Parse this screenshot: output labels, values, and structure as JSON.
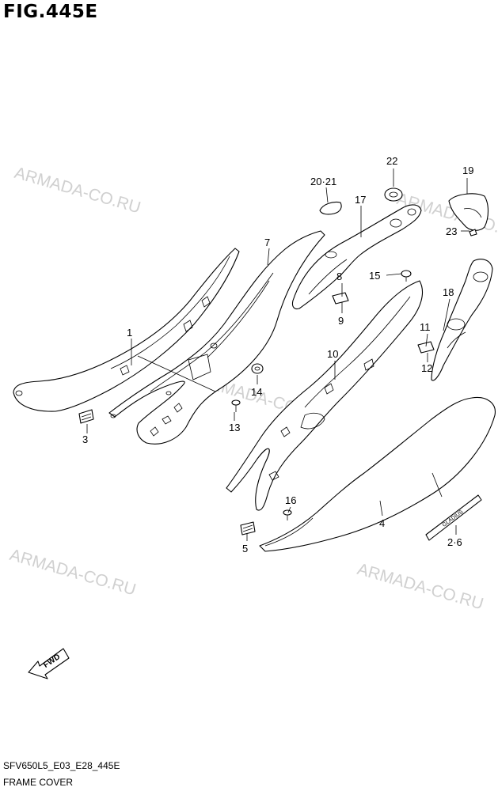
{
  "figure_title": "FIG.445E",
  "diagram_code": "SFV650L5_E03_E28_445E",
  "diagram_title": "FRAME COVER",
  "watermark": "ARMADA-CO.RU",
  "fwd_label": "FWD",
  "emblem_text": "GLADIUS",
  "labels": {
    "p1": "1",
    "p2_6": "2·6",
    "p3": "3",
    "p4": "4",
    "p5": "5",
    "p7": "7",
    "p8": "8",
    "p9": "9",
    "p10": "10",
    "p11": "11",
    "p12": "12",
    "p13": "13",
    "p14": "14",
    "p15": "15",
    "p16": "16",
    "p17": "17",
    "p18": "18",
    "p19": "19",
    "p20_21": "20·21",
    "p22": "22",
    "p23": "23"
  }
}
